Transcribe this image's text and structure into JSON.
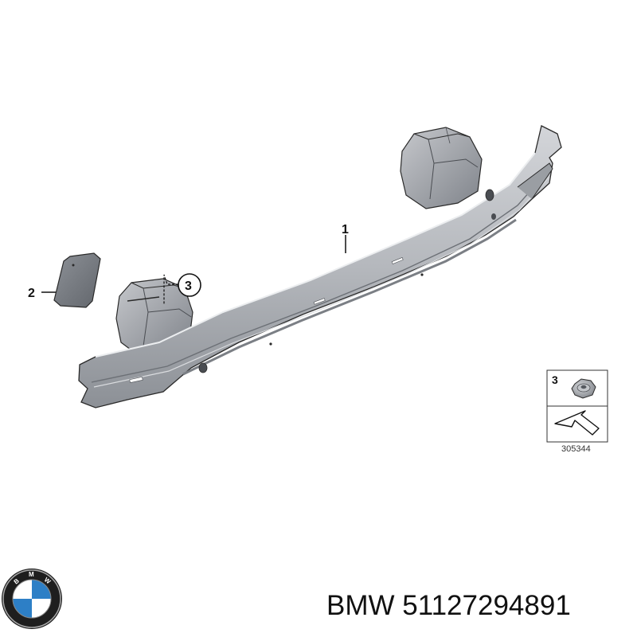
{
  "diagram": {
    "callouts": [
      {
        "id": "callout-1",
        "label": "1"
      },
      {
        "id": "callout-2",
        "label": "2"
      },
      {
        "id": "callout-3",
        "label": "3"
      }
    ],
    "legend": {
      "item_number": "3",
      "item_icon": "hex-nut-icon",
      "direction_icon": "arrow-icon",
      "diagram_code": "305344"
    },
    "colors": {
      "bumper_fill": "#b9bcc1",
      "bumper_shade": "#8e9298",
      "bumper_dark": "#5f636a",
      "plate_fill": "#7c8087",
      "outline": "#2a2a2a"
    }
  },
  "caption": {
    "logo_icon": "bmw-roundel-icon",
    "text": "BMW 51127294891"
  }
}
